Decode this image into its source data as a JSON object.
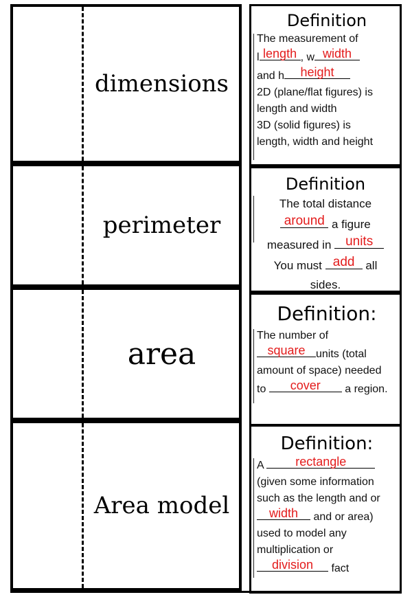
{
  "cards": [
    {
      "term": "dimensions",
      "definition_title": "Definition",
      "lines": [
        {
          "pre": "The measurement of"
        },
        {
          "pre": "l",
          "answer": "length",
          "mid": ", w",
          "answer2": "width"
        },
        {
          "pre": "and h",
          "answer": "height"
        },
        {
          "pre": "2D (plane/flat figures) is"
        },
        {
          "pre": "length and width"
        },
        {
          "pre": "3D (solid figures) is"
        },
        {
          "pre": "length, width and height"
        }
      ]
    },
    {
      "term": "perimeter",
      "definition_title": "Definition",
      "lines": [
        {
          "pre": "The total distance"
        },
        {
          "answer": "around",
          "post": " a figure"
        },
        {
          "pre": "measured in ",
          "answer": "units"
        },
        {
          "pre": "You must ",
          "answer": "add",
          "post": " all"
        },
        {
          "pre": "sides."
        }
      ]
    },
    {
      "term": "area",
      "definition_title": "Definition:",
      "lines": [
        {
          "pre": "The number of"
        },
        {
          "answer": "square",
          "post": "units (total"
        },
        {
          "pre": "amount of space) needed"
        },
        {
          "pre": "to ",
          "answer": "cover",
          "post": " a region."
        }
      ]
    },
    {
      "term": "Area model",
      "definition_title": "Definition:",
      "lines": [
        {
          "pre": "A ",
          "answer": "rectangle"
        },
        {
          "pre": "(given some information"
        },
        {
          "pre": "such as the length and or"
        },
        {
          "answer": "width",
          "post": " and or area)"
        },
        {
          "pre": "used to model any"
        },
        {
          "pre": "multiplication or"
        },
        {
          "answer": "division",
          "post": " fact"
        }
      ]
    }
  ],
  "colors": {
    "answer": "#e31b1b",
    "border": "#000000"
  }
}
